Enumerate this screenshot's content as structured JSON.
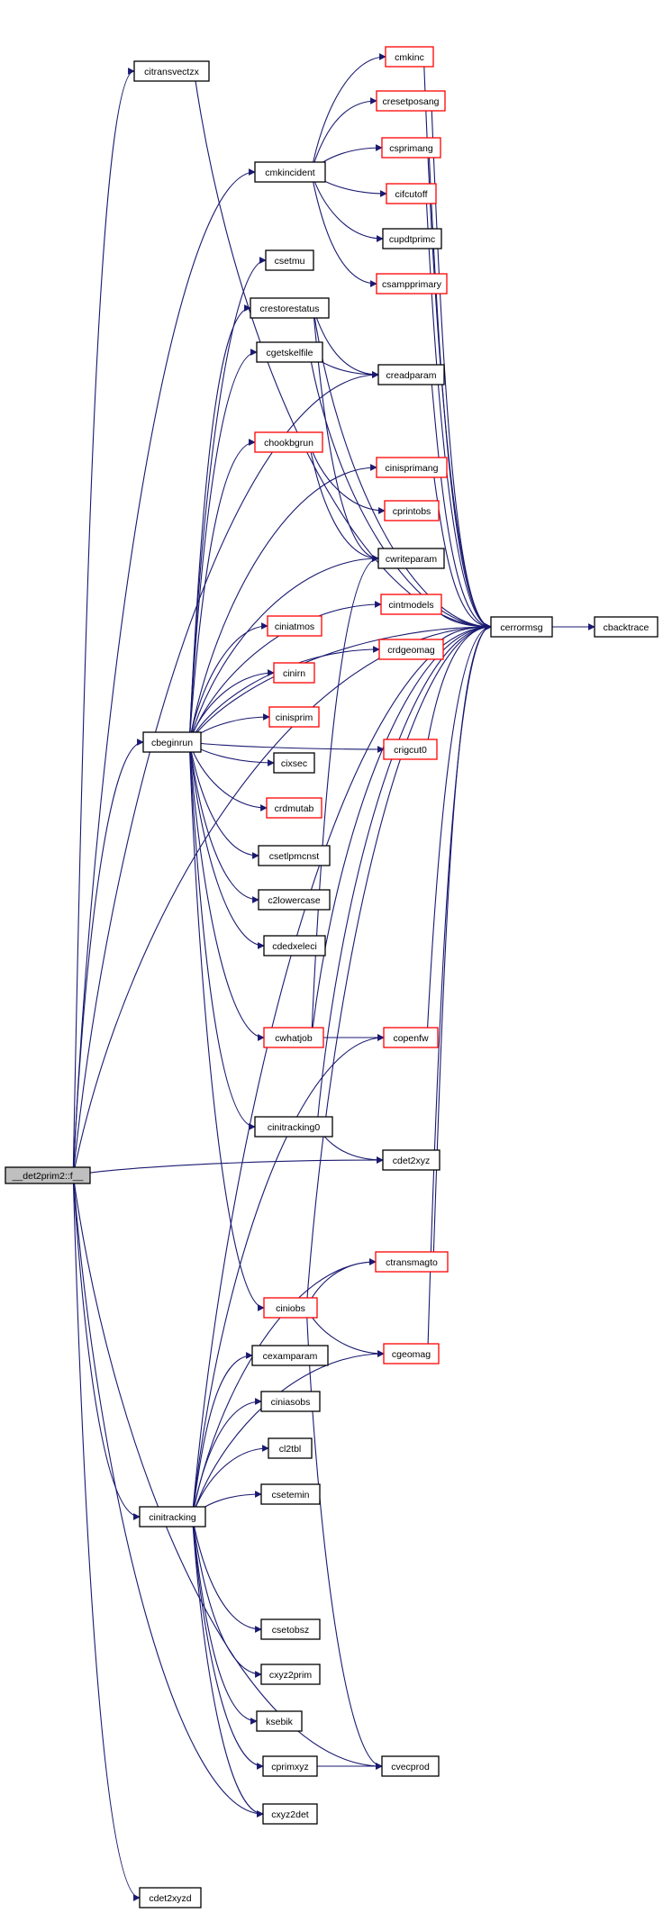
{
  "colors": {
    "edge": "#191970",
    "root_fill": "#bfbfbf",
    "node_stroke_black": "#000000",
    "node_stroke_red": "#ff0000"
  },
  "nodes": [
    {
      "id": "root",
      "label": "__det2prim2::f__",
      "border": "black",
      "root": true
    },
    {
      "id": "citransvectzx",
      "label": "citransvectzx",
      "border": "black"
    },
    {
      "id": "cmkincident",
      "label": "cmkincident",
      "border": "black"
    },
    {
      "id": "cmkinc",
      "label": "cmkinc",
      "border": "red"
    },
    {
      "id": "cresetposang",
      "label": "cresetposang",
      "border": "red"
    },
    {
      "id": "csprimang",
      "label": "csprimang",
      "border": "red"
    },
    {
      "id": "cifcutoff",
      "label": "cifcutoff",
      "border": "red"
    },
    {
      "id": "cupdtprimc",
      "label": "cupdtprimc",
      "border": "black"
    },
    {
      "id": "csampprimary",
      "label": "csampprimary",
      "border": "red"
    },
    {
      "id": "csetmu",
      "label": "csetmu",
      "border": "black"
    },
    {
      "id": "crestorestatus",
      "label": "crestorestatus",
      "border": "black"
    },
    {
      "id": "cgetskelfile",
      "label": "cgetskelfile",
      "border": "black"
    },
    {
      "id": "creadparam",
      "label": "creadparam",
      "border": "black"
    },
    {
      "id": "chookbgrun",
      "label": "chookbgrun",
      "border": "red"
    },
    {
      "id": "cinisprimang",
      "label": "cinisprimang",
      "border": "red"
    },
    {
      "id": "cprintobs",
      "label": "cprintobs",
      "border": "red"
    },
    {
      "id": "cwriteparam",
      "label": "cwriteparam",
      "border": "black"
    },
    {
      "id": "cintmodels",
      "label": "cintmodels",
      "border": "red"
    },
    {
      "id": "cerrormsg",
      "label": "cerrormsg",
      "border": "black"
    },
    {
      "id": "cbacktrace",
      "label": "cbacktrace",
      "border": "black"
    },
    {
      "id": "crdgeomag",
      "label": "crdgeomag",
      "border": "red"
    },
    {
      "id": "ciniatmos",
      "label": "ciniatmos",
      "border": "red"
    },
    {
      "id": "cinirn",
      "label": "cinirn",
      "border": "red"
    },
    {
      "id": "cinisprim",
      "label": "cinisprim",
      "border": "red"
    },
    {
      "id": "cbeginrun",
      "label": "cbeginrun",
      "border": "black"
    },
    {
      "id": "crigcut0",
      "label": "crigcut0",
      "border": "red"
    },
    {
      "id": "cixsec",
      "label": "cixsec",
      "border": "black"
    },
    {
      "id": "crdmutab",
      "label": "crdmutab",
      "border": "red"
    },
    {
      "id": "csetlpmcnst",
      "label": "csetlpmcnst",
      "border": "black"
    },
    {
      "id": "c2lowercase",
      "label": "c2lowercase",
      "border": "black"
    },
    {
      "id": "cdedxeleci",
      "label": "cdedxeleci",
      "border": "black"
    },
    {
      "id": "cwhatjob",
      "label": "cwhatjob",
      "border": "red"
    },
    {
      "id": "copenfw",
      "label": "copenfw",
      "border": "red"
    },
    {
      "id": "cinitracking0",
      "label": "cinitracking0",
      "border": "black"
    },
    {
      "id": "cdet2xyz",
      "label": "cdet2xyz",
      "border": "black"
    },
    {
      "id": "ctransmagto",
      "label": "ctransmagto",
      "border": "red"
    },
    {
      "id": "ciniobs",
      "label": "ciniobs",
      "border": "red"
    },
    {
      "id": "cgeomag",
      "label": "cgeomag",
      "border": "red"
    },
    {
      "id": "cexamparam",
      "label": "cexamparam",
      "border": "black"
    },
    {
      "id": "ciniasobs",
      "label": "ciniasobs",
      "border": "black"
    },
    {
      "id": "cl2tbl",
      "label": "cl2tbl",
      "border": "black"
    },
    {
      "id": "csetemin",
      "label": "csetemin",
      "border": "black"
    },
    {
      "id": "cinitracking",
      "label": "cinitracking",
      "border": "black"
    },
    {
      "id": "csetobsz",
      "label": "csetobsz",
      "border": "black"
    },
    {
      "id": "cxyz2prim",
      "label": "cxyz2prim",
      "border": "black"
    },
    {
      "id": "ksebik",
      "label": "ksebik",
      "border": "black"
    },
    {
      "id": "cprimxyz",
      "label": "cprimxyz",
      "border": "black"
    },
    {
      "id": "cvecprod",
      "label": "cvecprod",
      "border": "black"
    },
    {
      "id": "cxyz2det",
      "label": "cxyz2det",
      "border": "black"
    },
    {
      "id": "cdet2xyzd",
      "label": "cdet2xyzd",
      "border": "black"
    }
  ],
  "edges": [
    [
      "root",
      "citransvectzx"
    ],
    [
      "root",
      "cmkincident"
    ],
    [
      "root",
      "cerrormsg"
    ],
    [
      "root",
      "cbeginrun"
    ],
    [
      "root",
      "creadparam"
    ],
    [
      "root",
      "cdet2xyz"
    ],
    [
      "root",
      "cinitracking"
    ],
    [
      "root",
      "cvecprod"
    ],
    [
      "root",
      "cxyz2det"
    ],
    [
      "root",
      "cdet2xyzd"
    ],
    [
      "citransvectzx",
      "cerrormsg"
    ],
    [
      "cmkincident",
      "cmkinc"
    ],
    [
      "cmkincident",
      "cresetposang"
    ],
    [
      "cmkincident",
      "csprimang"
    ],
    [
      "cmkincident",
      "cifcutoff"
    ],
    [
      "cmkincident",
      "cupdtprimc"
    ],
    [
      "cmkincident",
      "csampprimary"
    ],
    [
      "cmkinc",
      "cerrormsg"
    ],
    [
      "cresetposang",
      "cerrormsg"
    ],
    [
      "csprimang",
      "cerrormsg"
    ],
    [
      "cifcutoff",
      "cerrormsg"
    ],
    [
      "crestorestatus",
      "creadparam"
    ],
    [
      "crestorestatus",
      "cwriteparam"
    ],
    [
      "crestorestatus",
      "cerrormsg"
    ],
    [
      "cgetskelfile",
      "creadparam"
    ],
    [
      "cgetskelfile",
      "cerrormsg"
    ],
    [
      "creadparam",
      "cerrormsg"
    ],
    [
      "chookbgrun",
      "cprintobs"
    ],
    [
      "chookbgrun",
      "cwriteparam"
    ],
    [
      "cinisprimang",
      "cerrormsg"
    ],
    [
      "cintmodels",
      "cerrormsg"
    ],
    [
      "crdgeomag",
      "cerrormsg"
    ],
    [
      "cerrormsg",
      "cbacktrace"
    ],
    [
      "cbeginrun",
      "csetmu"
    ],
    [
      "cbeginrun",
      "crestorestatus"
    ],
    [
      "cbeginrun",
      "cgetskelfile"
    ],
    [
      "cbeginrun",
      "chookbgrun"
    ],
    [
      "cbeginrun",
      "cinisprimang"
    ],
    [
      "cbeginrun",
      "cwriteparam"
    ],
    [
      "cbeginrun",
      "cintmodels"
    ],
    [
      "cbeginrun",
      "crdgeomag"
    ],
    [
      "cbeginrun",
      "ciniatmos"
    ],
    [
      "cbeginrun",
      "cinirn"
    ],
    [
      "cbeginrun",
      "cinisprim"
    ],
    [
      "cbeginrun",
      "cixsec"
    ],
    [
      "cbeginrun",
      "crdmutab"
    ],
    [
      "cbeginrun",
      "csetlpmcnst"
    ],
    [
      "cbeginrun",
      "c2lowercase"
    ],
    [
      "cbeginrun",
      "cdedxeleci"
    ],
    [
      "cbeginrun",
      "cwhatjob"
    ],
    [
      "cbeginrun",
      "cinitracking0"
    ],
    [
      "cbeginrun",
      "ciniobs"
    ],
    [
      "cbeginrun",
      "crigcut0"
    ],
    [
      "cbeginrun",
      "cerrormsg"
    ],
    [
      "crigcut0",
      "cerrormsg"
    ],
    [
      "cwhatjob",
      "copenfw"
    ],
    [
      "cwhatjob",
      "cwriteparam"
    ],
    [
      "cwhatjob",
      "cerrormsg"
    ],
    [
      "copenfw",
      "cerrormsg"
    ],
    [
      "cinitracking0",
      "cdet2xyz"
    ],
    [
      "cinitracking0",
      "cerrormsg"
    ],
    [
      "ciniobs",
      "ctransmagto"
    ],
    [
      "ciniobs",
      "cgeomag"
    ],
    [
      "ciniobs",
      "cerrormsg"
    ],
    [
      "ciniobs",
      "cvecprod"
    ],
    [
      "ctransmagto",
      "cerrormsg"
    ],
    [
      "cgeomag",
      "cerrormsg"
    ],
    [
      "cinitracking",
      "copenfw"
    ],
    [
      "cinitracking",
      "ctransmagto"
    ],
    [
      "cinitracking",
      "cexamparam"
    ],
    [
      "cinitracking",
      "ciniasobs"
    ],
    [
      "cinitracking",
      "cl2tbl"
    ],
    [
      "cinitracking",
      "csetemin"
    ],
    [
      "cinitracking",
      "cgeomag"
    ],
    [
      "cinitracking",
      "cerrormsg"
    ],
    [
      "cinitracking",
      "csetobsz"
    ],
    [
      "cinitracking",
      "cxyz2prim"
    ],
    [
      "cinitracking",
      "ksebik"
    ],
    [
      "cinitracking",
      "cprimxyz"
    ],
    [
      "cinitracking",
      "cxyz2det"
    ],
    [
      "cprimxyz",
      "cvecprod"
    ]
  ]
}
